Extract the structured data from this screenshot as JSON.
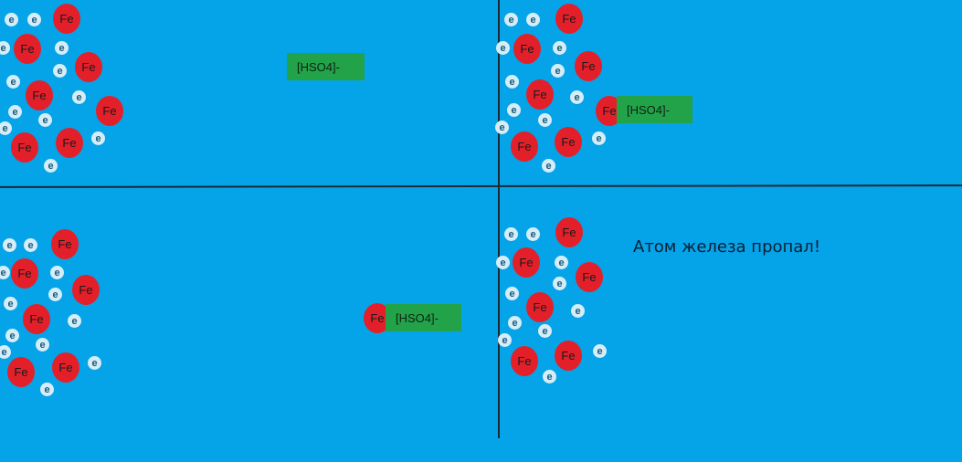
{
  "labels": {
    "iron": "Fe",
    "electron": "e",
    "ion": "[HSO4]-"
  },
  "colors": {
    "background": "#05a3e8",
    "iron": "#e3202a",
    "electron": "#d4edf8",
    "ion": "#22a34a",
    "divider": "#1d2a33"
  },
  "message": "Атом железа пропал!"
}
